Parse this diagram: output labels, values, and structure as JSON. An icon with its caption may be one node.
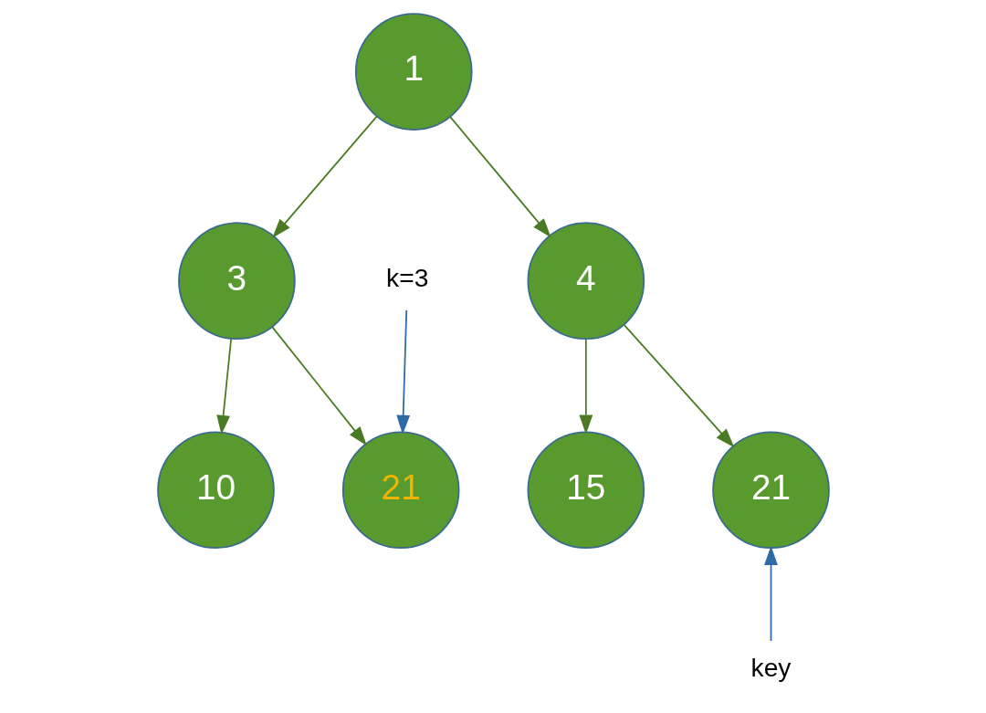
{
  "diagram": {
    "nodes": [
      {
        "text": [
          "1"
        ]
      },
      {
        "text": [
          "3"
        ]
      },
      {
        "text": [
          "4"
        ]
      },
      {
        "text": [
          "21"
        ]
      },
      {
        "text": [
          "10"
        ]
      },
      {
        "text": [
          "15"
        ]
      },
      {
        "text": [
          "21"
        ]
      },
      {
        "text": [
          "k=3"
        ]
      },
      {
        "text": [
          "key"
        ]
      }
    ],
    "edges": [
      {
        "from": 0,
        "to": 1,
        "arrow": "to"
      },
      {
        "from": 0,
        "to": 2,
        "arrow": "to"
      },
      {
        "from": 1,
        "to": 3,
        "arrow": "to"
      },
      {
        "from": 1,
        "to": 4,
        "arrow": "to"
      },
      {
        "from": 2,
        "to": 5,
        "arrow": "to"
      },
      {
        "from": 2,
        "to": 6,
        "arrow": "to"
      },
      {
        "from": 7,
        "to": 3,
        "arrow": "to",
        "color": "#2e6aa6"
      },
      {
        "from": 8,
        "to": 6,
        "arrow": "to",
        "color": "#2e6aa6"
      }
    ]
  }
}
